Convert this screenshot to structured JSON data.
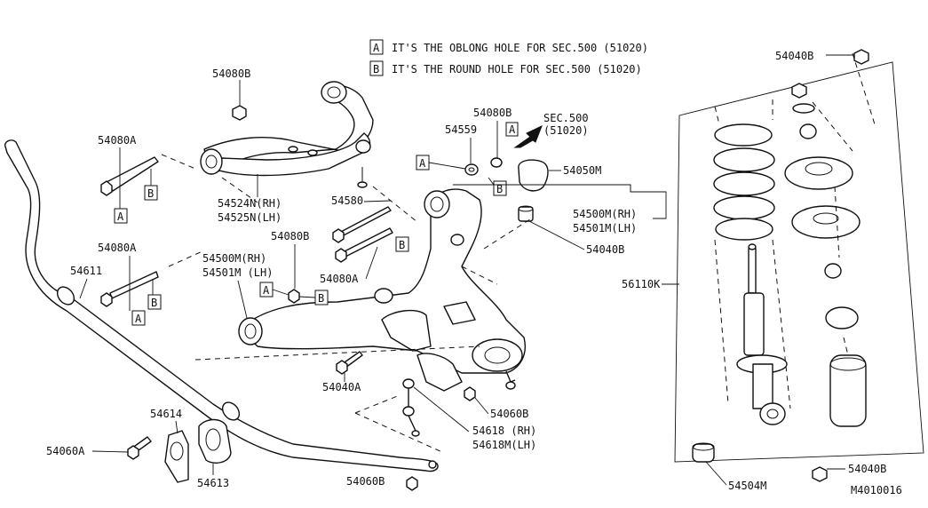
{
  "notes": [
    {
      "tag": "A",
      "text": "IT'S THE OBLONG HOLE FOR SEC.500 (51020)"
    },
    {
      "tag": "B",
      "text": "IT'S THE ROUND HOLE FOR SEC.500 (51020)"
    }
  ],
  "sec_ref": {
    "line1": "SEC.500",
    "line2": "(51020)"
  },
  "drawing_number": "M4010016",
  "callouts": {
    "upper_bolt_nut": "54080B",
    "upper_bolt_left": "54080A",
    "upper_arm_rh": "54524N(RH)",
    "upper_arm_lh": "54525N(LH)",
    "washer_54559": "54559",
    "nut_54080b_right": "54080B",
    "shield_54050m": "54050M",
    "bolt_54580": "54580",
    "lower_bolt_left": "54080A",
    "stabilizer_bar": "54611",
    "lower_arm_rh_left": "54500M(RH)",
    "lower_arm_lh_left": "54501M (LH)",
    "nut_mid_54080b": "54080B",
    "bolt_mid_54080a": "54080A",
    "lower_arm_rh_right": "54500M(RH)",
    "lower_arm_lh_right": "54501M(LH)",
    "bushing_54040b_mid": "54040B",
    "shock_kit": "56110K",
    "top_nut_54040b": "54040B",
    "bolt_54040a": "54040A",
    "link_nut_54060b": "54060B",
    "clamp_54614": "54614",
    "bolt_54060a": "54060A",
    "bushing_54613": "54613",
    "link_rh": "54618 (RH)",
    "link_lh": "54618M(LH)",
    "bottom_nut_54060b": "54060B",
    "bushing_54504m": "54504M",
    "bottom_nut_54040b": "54040B"
  },
  "tags": {
    "a": "A",
    "b": "B"
  }
}
